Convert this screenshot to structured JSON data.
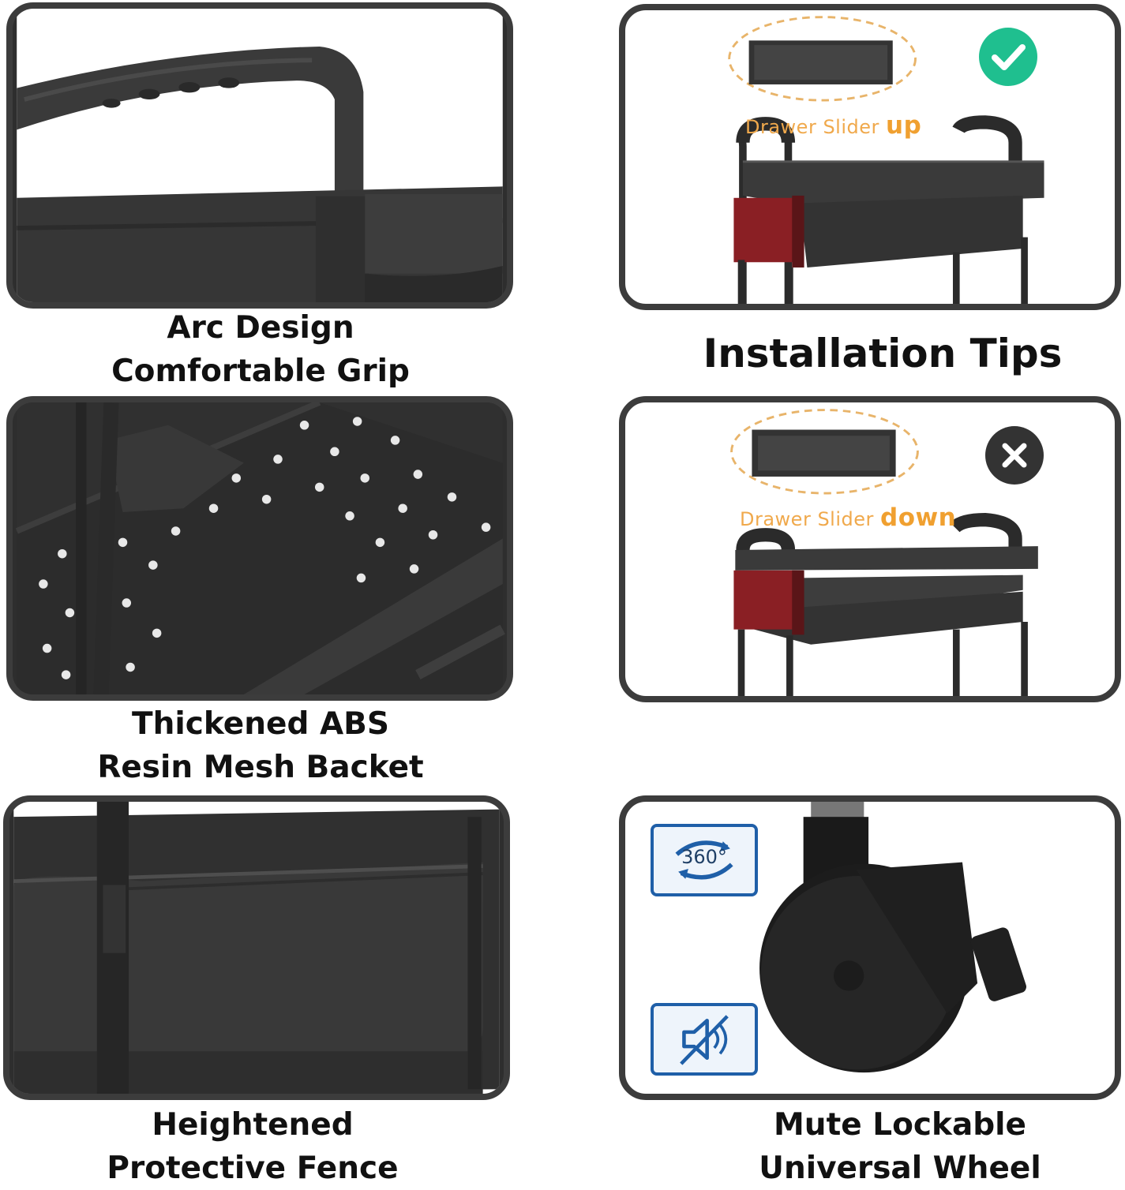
{
  "captions": {
    "handle_line1": "Arc Design",
    "handle_line2": "Comfortable Grip",
    "mesh_line1": "Thickened ABS",
    "mesh_line2": "Resin Mesh Backet",
    "fence_line1": "Heightened",
    "fence_line2": "Protective Fence",
    "wheel_line1": "Mute Lockable",
    "wheel_line2": "Universal Wheel"
  },
  "installation": {
    "heading": "Installation Tips",
    "correct": {
      "label": "Drawer Slider ",
      "emphasis": "up",
      "badge_icon": "check-icon"
    },
    "wrong": {
      "label": "Drawer Slider ",
      "emphasis": "down",
      "badge_icon": "cross-icon"
    }
  },
  "wheel_badges": {
    "rotation_text": "360°",
    "rotation_icon": "rotate-360-icon",
    "mute_icon": "mute-icon"
  },
  "colors": {
    "border": "#3c3c3c",
    "accent": "#f0a030",
    "check_green": "#1fbf8f",
    "cross_dark": "#333333",
    "clamp_red": "#8a1f24",
    "badge_blue": "#1f5fa8"
  }
}
